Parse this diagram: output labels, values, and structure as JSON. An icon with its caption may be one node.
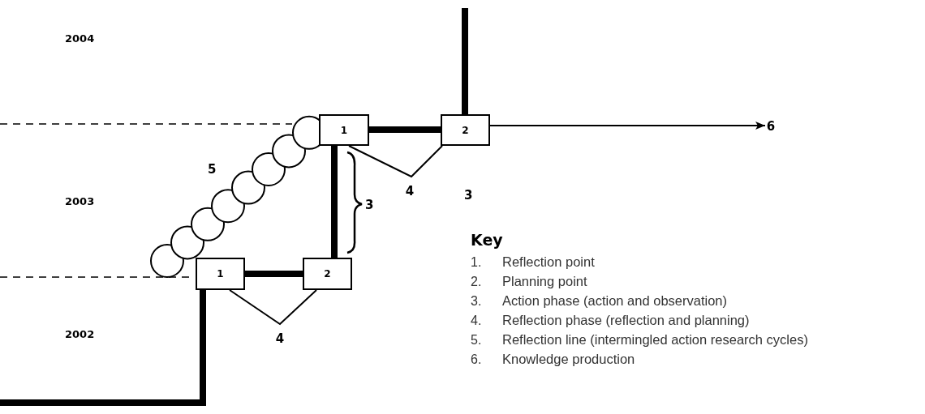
{
  "diagram": {
    "nodes": [
      {
        "text": [
          "1"
        ]
      },
      {
        "text": [
          "2"
        ]
      },
      {
        "text": [
          "1"
        ]
      },
      {
        "text": [
          "2"
        ]
      },
      {
        "text": [
          "6"
        ]
      }
    ],
    "edges": [
      {
        "from": null,
        "to": 0,
        "arrow": "none"
      },
      {
        "from": 0,
        "to": 1,
        "arrow": "none"
      },
      {
        "from": 0,
        "to": 1,
        "arrow": "none",
        "label": "4"
      },
      {
        "from": 1,
        "to": 2,
        "arrow": "none"
      },
      {
        "from": 2,
        "to": 3,
        "arrow": "none"
      },
      {
        "from": 2,
        "to": 3,
        "arrow": "none",
        "label": "4"
      },
      {
        "from": null,
        "to": 3,
        "arrow": "none"
      },
      {
        "from": 3,
        "to": 4,
        "arrow": "to"
      }
    ],
    "labels": [
      "2004",
      "5",
      "2003",
      "3",
      "3",
      "Key",
      "2002",
      "1.",
      "Reflection point",
      "2.",
      "Planning point",
      "3.",
      "Action phase (action and observation)",
      "4.",
      "Reflection phase (reflection and planning)",
      "5.",
      "Reflection line (intermingled action research cycles)",
      "6.",
      "Knowledge production"
    ]
  }
}
